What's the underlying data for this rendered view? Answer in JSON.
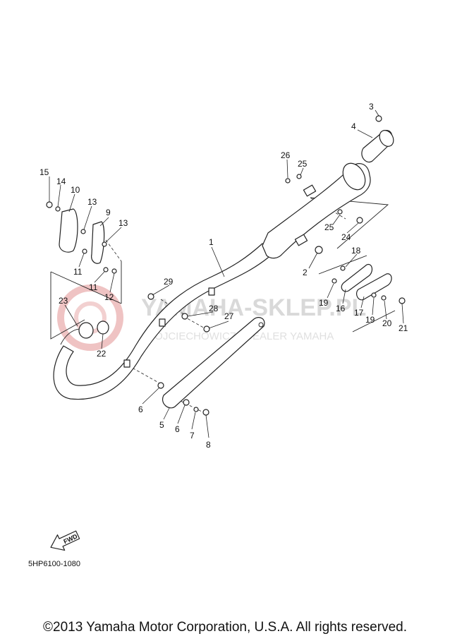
{
  "diagram_code": "5HP6100-1080",
  "copyright": "©2013 Yamaha Motor Corporation, U.S.A. All rights reserved.",
  "watermark": {
    "title": "YAMAHA-SKLEP.PL",
    "subtitle": "WOJCIECHOWICZ | DEALER YAMAHA"
  },
  "fwd_label": "FWD",
  "callouts": {
    "p1": "1",
    "p2": "2",
    "p3": "3",
    "p4": "4",
    "p5": "5",
    "p6a": "6",
    "p6b": "6",
    "p7": "7",
    "p8": "8",
    "p9": "9",
    "p10": "10",
    "p11a": "11",
    "p11b": "11",
    "p12": "12",
    "p13a": "13",
    "p13b": "13",
    "p14": "14",
    "p15": "15",
    "p16": "16",
    "p17": "17",
    "p18": "18",
    "p19a": "19",
    "p19b": "19",
    "p20": "20",
    "p21": "21",
    "p22": "22",
    "p23": "23",
    "p24": "24",
    "p25a": "25",
    "p25b": "25",
    "p26": "26",
    "p27": "27",
    "p28": "28",
    "p29": "29"
  },
  "colors": {
    "line": "#222222",
    "watermark_red": "#e8a9a9",
    "watermark_gray": "#d9d9d9"
  }
}
